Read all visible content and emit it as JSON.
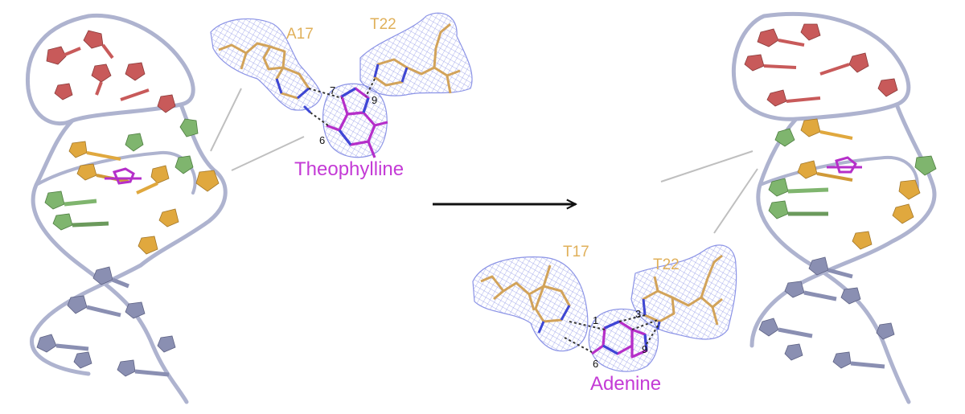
{
  "colors": {
    "backbone": "#aeb3cf",
    "backbone_edge": "#7c819f",
    "top_loop_bases": "#c85a5a",
    "green_bases": "#7fb56e",
    "orange_bases": "#e0a83e",
    "lower_stem_bases": "#8a8fb2",
    "ligand": "#b52fc9",
    "residue_stick": "#d2a35a",
    "density_mesh": "#8b93e6",
    "label_residue": "#e0b05a",
    "label_ligand": "#c43bd6",
    "arrow": "#111111"
  },
  "panel_left": {
    "residue_1": "A17",
    "residue_2": "T22",
    "ligand": "Theophylline",
    "bond_7": "7",
    "bond_9": "9",
    "bond_6": "6"
  },
  "panel_right": {
    "residue_1": "T17",
    "residue_2": "T22",
    "ligand": "Adenine",
    "bond_1": "1",
    "bond_3": "3",
    "bond_6": "6",
    "bond_9": "9"
  }
}
